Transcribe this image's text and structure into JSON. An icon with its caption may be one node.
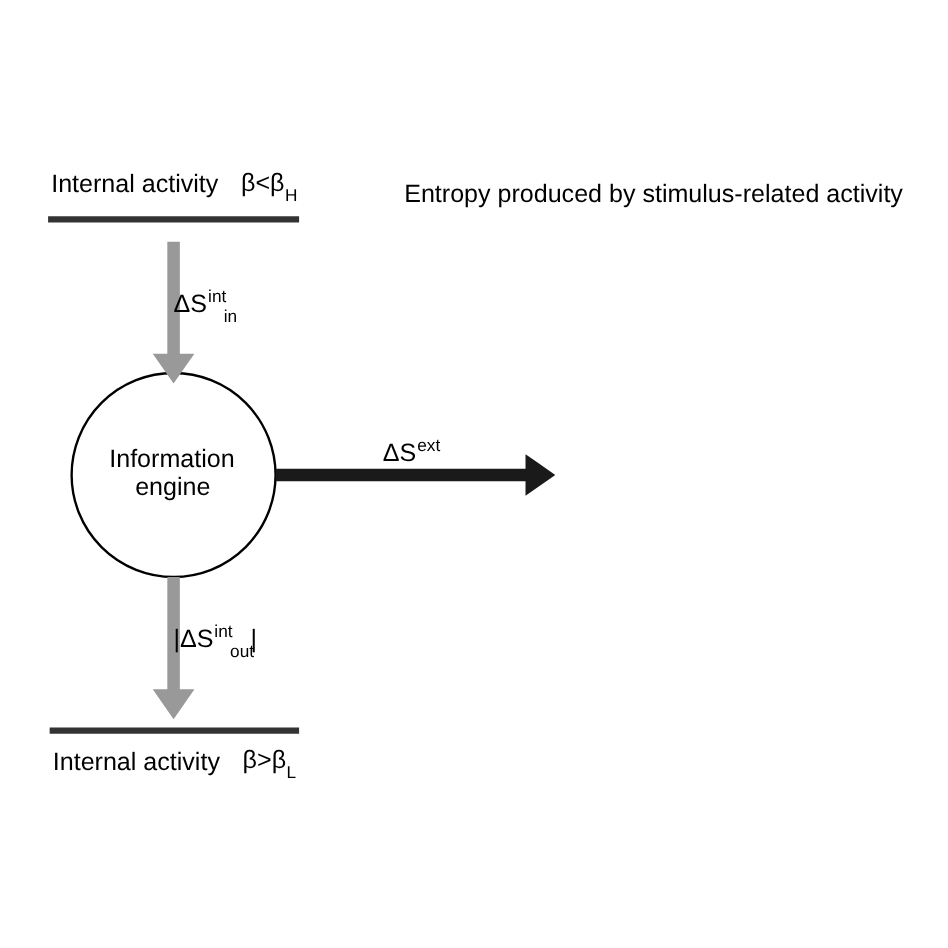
{
  "diagram": {
    "nodes": [
      {
        "text": [
          "Internal activity"
        ],
        "beside": [
          "β<β$_{H}$"
        ]
      },
      {
        "text": [
          "Information engine"
        ]
      },
      {
        "text": [
          "Internal activity"
        ],
        "beside": [
          "β>β$_{L}$"
        ]
      }
    ],
    "edges": [
      {
        "from": 0,
        "to": 1,
        "arrow": "to",
        "label": "ΔS$^{int}$$_{in}$"
      },
      {
        "from": 1,
        "to": 2,
        "arrow": "to",
        "label": "|ΔS$^{int}$$_{out}$|"
      },
      {
        "from": 1,
        "to": null,
        "arrow": "to",
        "color": "#1a1a1a",
        "label": "ΔS$^{ext}$"
      }
    ],
    "labels": [
      "Entropy produced by stimulus-related activity"
    ]
  }
}
